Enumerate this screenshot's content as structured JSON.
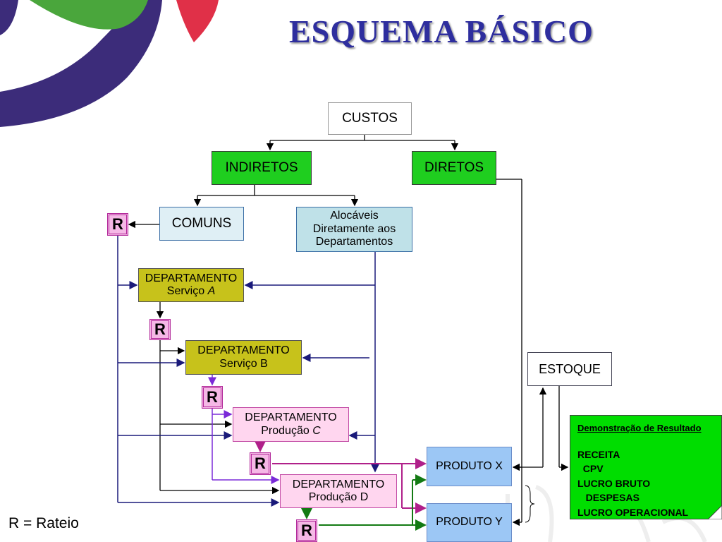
{
  "title": "ESQUEMA BÁSICO",
  "nodes": {
    "custos": "CUSTOS",
    "indiretos": "INDIRETOS",
    "diretos": "DIRETOS",
    "comuns": "COMUNS",
    "alocaveis_lines": [
      "Alocáveis",
      "Diretamente aos",
      "Departamentos"
    ],
    "dept_a": [
      "DEPARTAMENTO",
      "Serviço ",
      "A"
    ],
    "dept_b": [
      "DEPARTAMENTO",
      "Serviço B"
    ],
    "dept_c": [
      "DEPARTAMENTO",
      "Produção ",
      "C"
    ],
    "dept_d": [
      "DEPARTAMENTO",
      "Produção D"
    ],
    "produto_x": "PRODUTO X",
    "produto_y": "PRODUTO Y",
    "estoque": "ESTOQUE",
    "rateio": "R"
  },
  "demonstracao": {
    "heading": "Demonstração de Resultado",
    "lines": [
      "RECEITA",
      "  CPV",
      "LUCRO BRUTO",
      "   DESPESAS",
      "LUCRO OPERACIONAL"
    ]
  },
  "legend": "R = Rateio",
  "colors": {
    "title": "#2e2e9e",
    "green_box": "#1fce1f",
    "olive_box": "#c7c21b",
    "pink_box": "#ffd6ef",
    "product_box": "#9cc7f5",
    "arrow_navy": "#1a1a7a",
    "arrow_purple": "#7a2ad8",
    "arrow_magenta": "#b0208a",
    "arrow_green": "#137a13"
  }
}
